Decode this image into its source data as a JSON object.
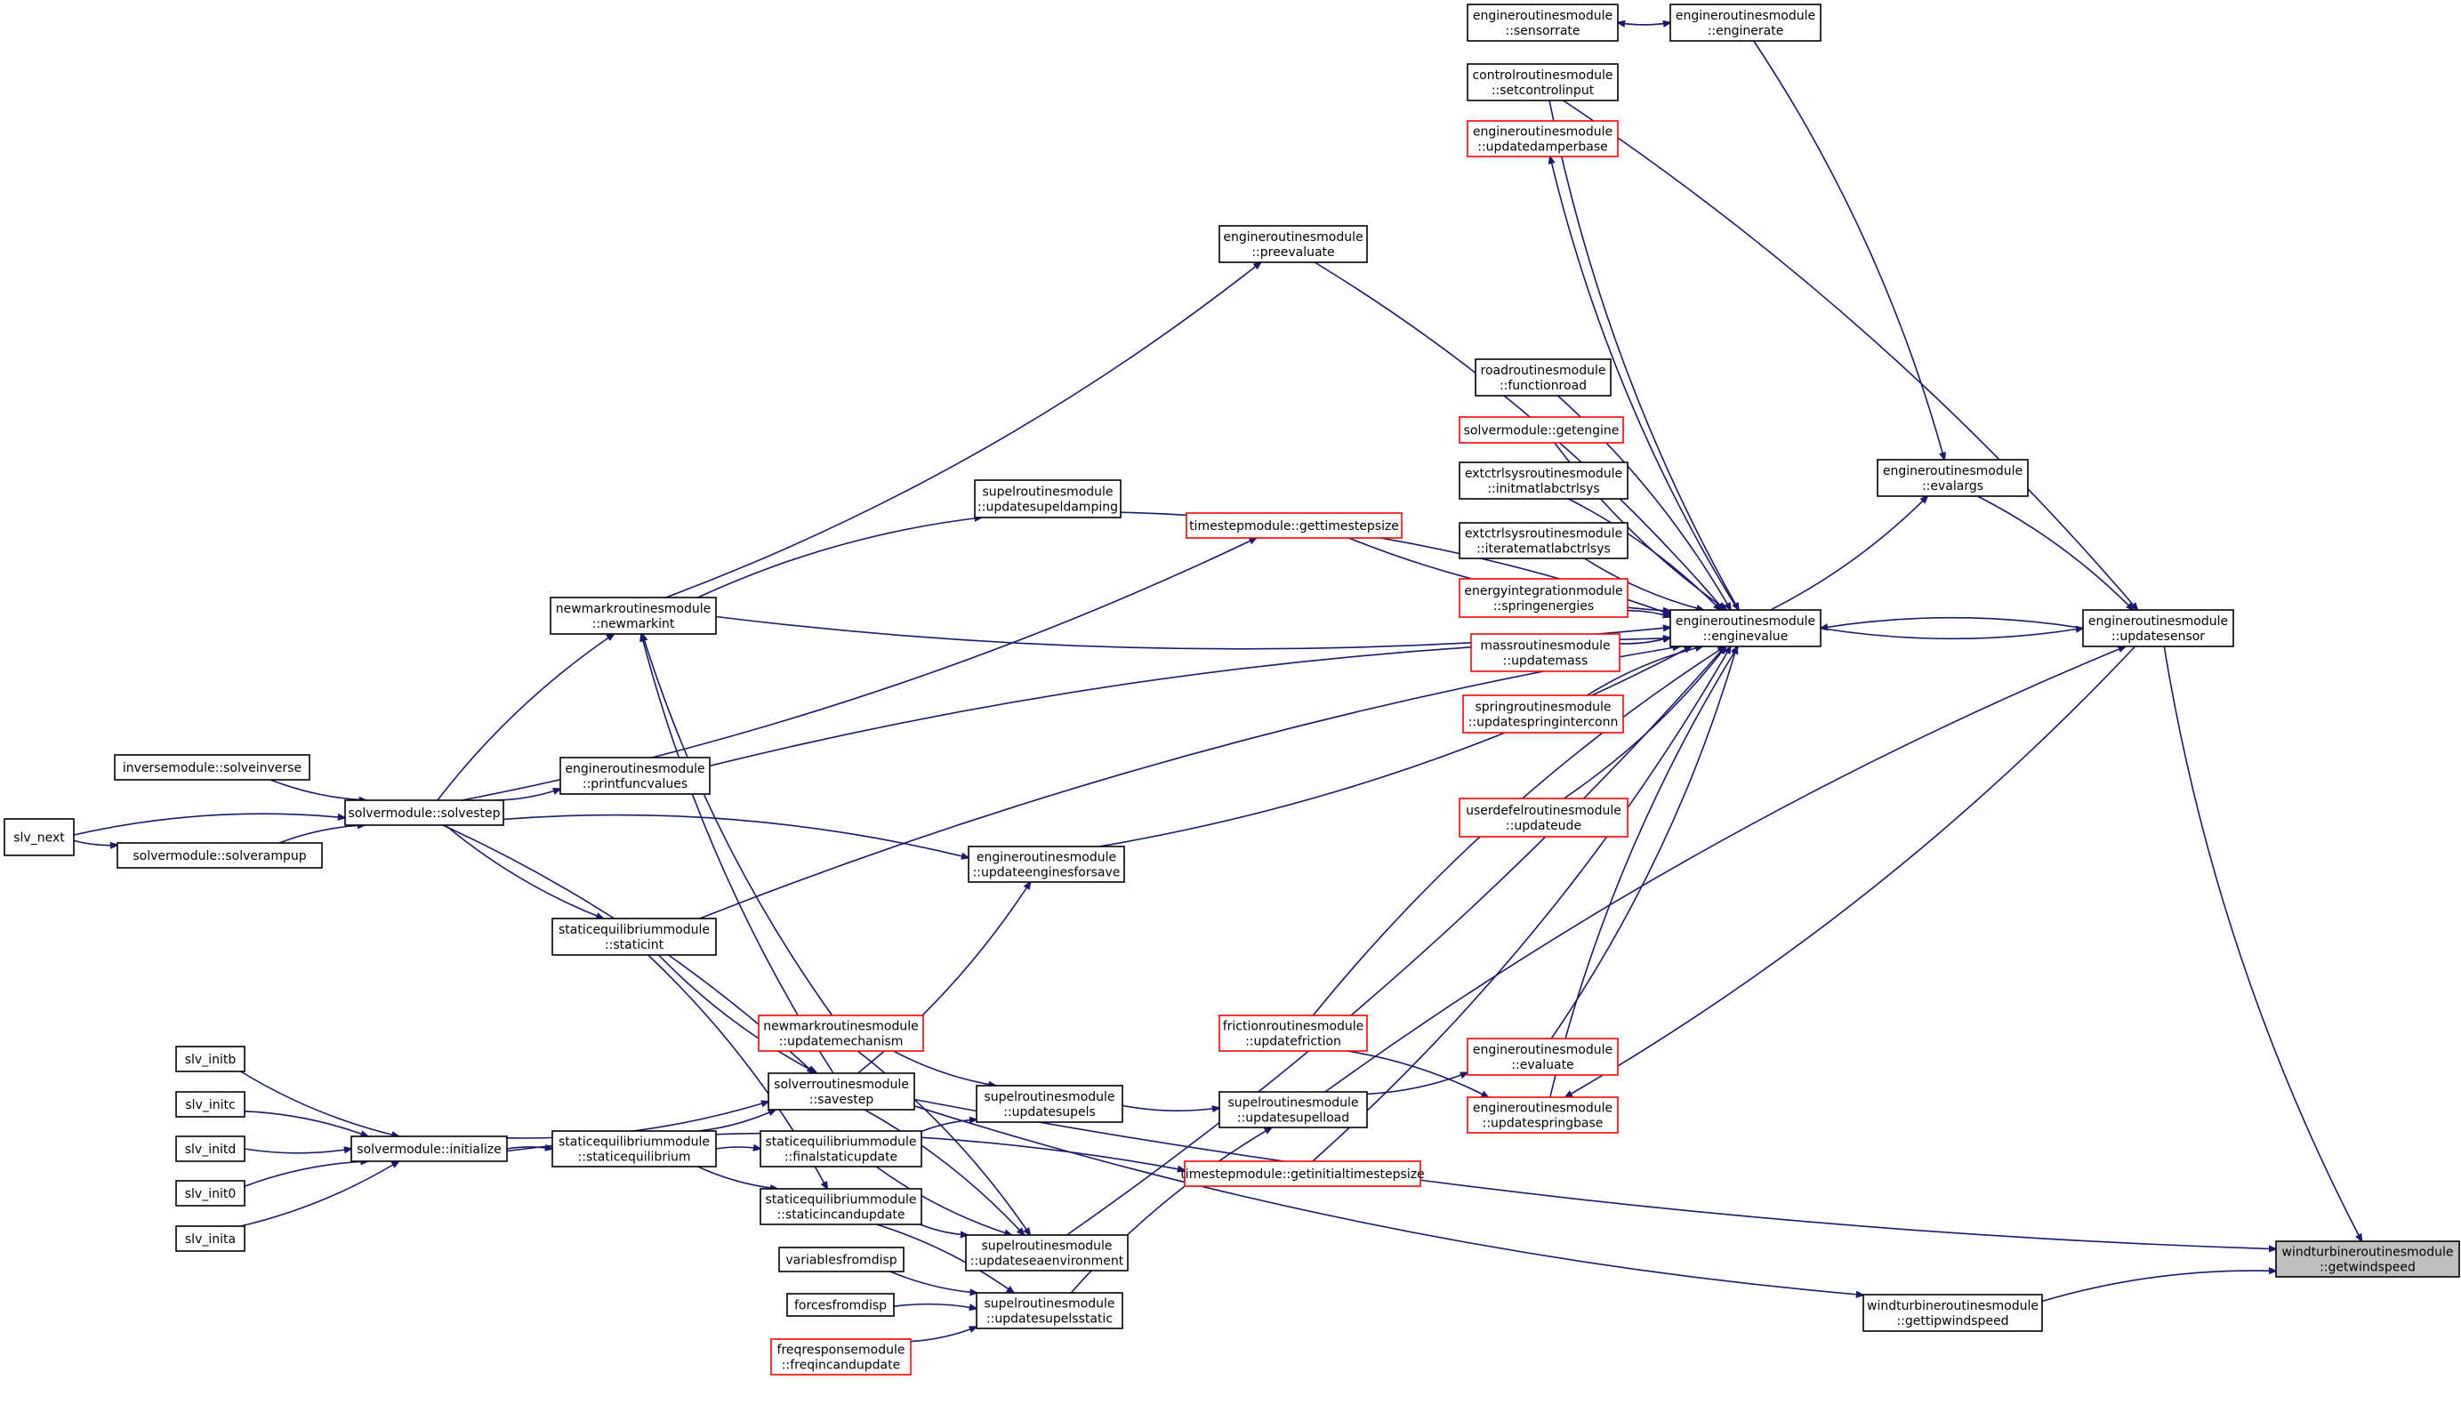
{
  "diagram": {
    "type": "call-graph",
    "title": "windturbineroutinesmodule::getwindspeed caller graph",
    "colors": {
      "edge": "#191970",
      "node_border": "#000000",
      "undocumented_border": "#ff0000",
      "root_fill": "#bfbfbf"
    },
    "nodes": [
      {
        "id": "sensorrate",
        "lines": [
          "engineroutinesmodule",
          "::sensorrate"
        ],
        "style": "normal"
      },
      {
        "id": "enginerate",
        "lines": [
          "engineroutinesmodule",
          "::enginerate"
        ],
        "style": "normal"
      },
      {
        "id": "setcontrolinput",
        "lines": [
          "controlroutinesmodule",
          "::setcontrolinput"
        ],
        "style": "normal"
      },
      {
        "id": "updatedamperbase",
        "lines": [
          "engineroutinesmodule",
          "::updatedamperbase"
        ],
        "style": "red"
      },
      {
        "id": "preevaluate",
        "lines": [
          "engineroutinesmodule",
          "::preevaluate"
        ],
        "style": "normal"
      },
      {
        "id": "functionroad",
        "lines": [
          "roadroutinesmodule",
          "::functionroad"
        ],
        "style": "normal"
      },
      {
        "id": "getengine",
        "lines": [
          "solvermodule::getengine"
        ],
        "style": "red"
      },
      {
        "id": "initmatlabctrlsys",
        "lines": [
          "extctrlsysroutinesmodule",
          "::initmatlabctrlsys"
        ],
        "style": "normal"
      },
      {
        "id": "iteratematlabctrlsys",
        "lines": [
          "extctrlsysroutinesmodule",
          "::iteratematlabctrlsys"
        ],
        "style": "normal"
      },
      {
        "id": "springenergies",
        "lines": [
          "energyintegrationmodule",
          "::springenergies"
        ],
        "style": "red"
      },
      {
        "id": "enginevalue",
        "lines": [
          "engineroutinesmodule",
          "::enginevalue"
        ],
        "style": "normal"
      },
      {
        "id": "updatemass",
        "lines": [
          "massroutinesmodule",
          "::updatemass"
        ],
        "style": "red"
      },
      {
        "id": "updatespringinterconn",
        "lines": [
          "springroutinesmodule",
          "::updatespringinterconn"
        ],
        "style": "red"
      },
      {
        "id": "updateude",
        "lines": [
          "userdefelroutinesmodule",
          "::updateude"
        ],
        "style": "red"
      },
      {
        "id": "evalargs",
        "lines": [
          "engineroutinesmodule",
          "::evalargs"
        ],
        "style": "normal"
      },
      {
        "id": "updatesensor",
        "lines": [
          "engineroutinesmodule",
          "::updatesensor"
        ],
        "style": "normal"
      },
      {
        "id": "getwindspeed",
        "lines": [
          "windturbineroutinesmodule",
          "::getwindspeed"
        ],
        "style": "root"
      },
      {
        "id": "gettipwindspeed",
        "lines": [
          "windturbineroutinesmodule",
          "::gettipwindspeed"
        ],
        "style": "normal"
      },
      {
        "id": "updatefriction",
        "lines": [
          "frictionroutinesmodule",
          "::updatefriction"
        ],
        "style": "red"
      },
      {
        "id": "evaluate",
        "lines": [
          "engineroutinesmodule",
          "::evaluate"
        ],
        "style": "red"
      },
      {
        "id": "updatespringbase",
        "lines": [
          "engineroutinesmodule",
          "::updatespringbase"
        ],
        "style": "red"
      },
      {
        "id": "updatesupelload",
        "lines": [
          "supelroutinesmodule",
          "::updatesupelload"
        ],
        "style": "normal"
      },
      {
        "id": "getinitialtimestepsize",
        "lines": [
          "timestepmodule::getinitialtimestepsize"
        ],
        "style": "red"
      },
      {
        "id": "gettimestepsize",
        "lines": [
          "timestepmodule::gettimestepsize"
        ],
        "style": "red"
      },
      {
        "id": "updatesupeldamping",
        "lines": [
          "supelroutinesmodule",
          "::updatesupeldamping"
        ],
        "style": "normal"
      },
      {
        "id": "newmarkint",
        "lines": [
          "newmarkroutinesmodule",
          "::newmarkint"
        ],
        "style": "normal"
      },
      {
        "id": "printfuncvalues",
        "lines": [
          "engineroutinesmodule",
          "::printfuncvalues"
        ],
        "style": "normal"
      },
      {
        "id": "updateenginesforsave",
        "lines": [
          "engineroutinesmodule",
          "::updateenginesforsave"
        ],
        "style": "normal"
      },
      {
        "id": "staticint",
        "lines": [
          "staticequilibriummodule",
          "::staticint"
        ],
        "style": "normal"
      },
      {
        "id": "solvestep",
        "lines": [
          "solvermodule::solvestep"
        ],
        "style": "normal"
      },
      {
        "id": "solveinverse",
        "lines": [
          "inversemodule::solveinverse"
        ],
        "style": "normal"
      },
      {
        "id": "slv_next",
        "lines": [
          "slv_next"
        ],
        "style": "normal"
      },
      {
        "id": "solverampup",
        "lines": [
          "solvermodule::solverampup"
        ],
        "style": "normal"
      },
      {
        "id": "updatemechanism",
        "lines": [
          "newmarkroutinesmodule",
          "::updatemechanism"
        ],
        "style": "red"
      },
      {
        "id": "savestep",
        "lines": [
          "solverroutinesmodule",
          "::savestep"
        ],
        "style": "normal"
      },
      {
        "id": "updatesupels",
        "lines": [
          "supelroutinesmodule",
          "::updatesupels"
        ],
        "style": "normal"
      },
      {
        "id": "finalstaticupdate",
        "lines": [
          "staticequilibriummodule",
          "::finalstaticupdate"
        ],
        "style": "normal"
      },
      {
        "id": "staticincandupdate",
        "lines": [
          "staticequilibriummodule",
          "::staticincandupdate"
        ],
        "style": "normal"
      },
      {
        "id": "updateseaenvironment",
        "lines": [
          "supelroutinesmodule",
          "::updateseaenvironment"
        ],
        "style": "normal"
      },
      {
        "id": "variablesfromdisp",
        "lines": [
          "variablesfromdisp"
        ],
        "style": "normal"
      },
      {
        "id": "forcesfromdisp",
        "lines": [
          "forcesfromdisp"
        ],
        "style": "normal"
      },
      {
        "id": "updatesupelsstatic",
        "lines": [
          "supelroutinesmodule",
          "::updatesupelsstatic"
        ],
        "style": "normal"
      },
      {
        "id": "freqincandupdate",
        "lines": [
          "freqresponsemodule",
          "::freqincandupdate"
        ],
        "style": "red"
      },
      {
        "id": "slv_initb",
        "lines": [
          "slv_initb"
        ],
        "style": "normal"
      },
      {
        "id": "slv_initc",
        "lines": [
          "slv_initc"
        ],
        "style": "normal"
      },
      {
        "id": "slv_initd",
        "lines": [
          "slv_initd"
        ],
        "style": "normal"
      },
      {
        "id": "slv_init0",
        "lines": [
          "slv_init0"
        ],
        "style": "normal"
      },
      {
        "id": "slv_inita",
        "lines": [
          "slv_inita"
        ],
        "style": "normal"
      },
      {
        "id": "initialize",
        "lines": [
          "solvermodule::initialize"
        ],
        "style": "normal"
      },
      {
        "id": "staticequilibrium",
        "lines": [
          "staticequilibriummodule",
          "::staticequilibrium"
        ],
        "style": "normal"
      }
    ],
    "edges": [
      [
        "enginerate",
        "sensorrate"
      ],
      [
        "sensorrate",
        "enginerate"
      ],
      [
        "enginerate",
        "evalargs"
      ],
      [
        "enginevalue",
        "evalargs"
      ],
      [
        "evalargs",
        "updatesensor"
      ],
      [
        "enginevalue",
        "updatesensor"
      ],
      [
        "setcontrolinput",
        "updatesensor"
      ],
      [
        "updatesensor",
        "enginevalue"
      ],
      [
        "updatesensor",
        "updatespringbase"
      ],
      [
        "updatesensor",
        "getwindspeed"
      ],
      [
        "enginevalue",
        "updatedamperbase"
      ],
      [
        "setcontrolinput",
        "enginevalue"
      ],
      [
        "functionroad",
        "enginevalue"
      ],
      [
        "getengine",
        "enginevalue"
      ],
      [
        "initmatlabctrlsys",
        "enginevalue"
      ],
      [
        "iteratematlabctrlsys",
        "enginevalue"
      ],
      [
        "springenergies",
        "enginevalue"
      ],
      [
        "updatemass",
        "enginevalue"
      ],
      [
        "updatespringinterconn",
        "enginevalue"
      ],
      [
        "updateude",
        "enginevalue"
      ],
      [
        "preevaluate",
        "enginevalue"
      ],
      [
        "newmarkint",
        "enginevalue"
      ],
      [
        "updatesupeldamping",
        "enginevalue"
      ],
      [
        "gettimestepsize",
        "enginevalue"
      ],
      [
        "printfuncvalues",
        "enginevalue"
      ],
      [
        "updateenginesforsave",
        "enginevalue"
      ],
      [
        "staticint",
        "enginevalue"
      ],
      [
        "updateseaenvironment",
        "enginevalue"
      ],
      [
        "updatefriction",
        "enginevalue"
      ],
      [
        "evaluate",
        "enginevalue"
      ],
      [
        "updatespringbase",
        "enginevalue"
      ],
      [
        "getinitialtimestepsize",
        "enginevalue"
      ],
      [
        "updatefriction",
        "updatespringbase"
      ],
      [
        "updatesupelload",
        "evaluate"
      ],
      [
        "updatesupelload",
        "updatesensor"
      ],
      [
        "newmarkint",
        "preevaluate"
      ],
      [
        "newmarkint",
        "updatesupeldamping"
      ],
      [
        "solvestep",
        "gettimestepsize"
      ],
      [
        "solvestep",
        "newmarkint"
      ],
      [
        "solvestep",
        "printfuncvalues"
      ],
      [
        "solvestep",
        "updateenginesforsave"
      ],
      [
        "solvestep",
        "staticint"
      ],
      [
        "solvestep",
        "savestep"
      ],
      [
        "solveinverse",
        "solvestep"
      ],
      [
        "slv_next",
        "solvestep"
      ],
      [
        "slv_next",
        "solverampup"
      ],
      [
        "solverampup",
        "solvestep"
      ],
      [
        "savestep",
        "updateenginesforsave"
      ],
      [
        "savestep",
        "newmarkint"
      ],
      [
        "savestep",
        "getwindspeed"
      ],
      [
        "updatemechanism",
        "newmarkint"
      ],
      [
        "updatemechanism",
        "updatesupels"
      ],
      [
        "updatemechanism",
        "updateseaenvironment"
      ],
      [
        "updatesupels",
        "updatesupelload"
      ],
      [
        "finalstaticupdate",
        "updatesupels"
      ],
      [
        "staticint",
        "savestep"
      ],
      [
        "staticint",
        "staticincandupdate"
      ],
      [
        "staticincandupdate",
        "updateseaenvironment"
      ],
      [
        "staticincandupdate",
        "updatesupelsstatic"
      ],
      [
        "finalstaticupdate",
        "updateseaenvironment"
      ],
      [
        "savestep",
        "updateseaenvironment"
      ],
      [
        "variablesfromdisp",
        "updatesupelsstatic"
      ],
      [
        "forcesfromdisp",
        "updatesupelsstatic"
      ],
      [
        "freqincandupdate",
        "updatesupelsstatic"
      ],
      [
        "updatesupelsstatic",
        "updatesupelload"
      ],
      [
        "savestep",
        "gettipwindspeed"
      ],
      [
        "gettipwindspeed",
        "getwindspeed"
      ],
      [
        "slv_initb",
        "initialize"
      ],
      [
        "slv_initc",
        "initialize"
      ],
      [
        "slv_initd",
        "initialize"
      ],
      [
        "slv_init0",
        "initialize"
      ],
      [
        "slv_inita",
        "initialize"
      ],
      [
        "initialize",
        "staticequilibrium"
      ],
      [
        "initialize",
        "savestep"
      ],
      [
        "initialize",
        "getinitialtimestepsize"
      ],
      [
        "staticequilibrium",
        "savestep"
      ],
      [
        "staticequilibrium",
        "finalstaticupdate"
      ],
      [
        "staticequilibrium",
        "staticincandupdate"
      ]
    ]
  }
}
